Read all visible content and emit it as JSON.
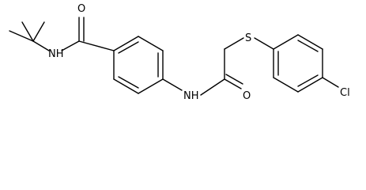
{
  "diagram": {
    "type": "chemical-structure",
    "atoms": [
      {
        "id": "o_amide1",
        "label": "O"
      },
      {
        "id": "n_amide1",
        "label": "NH"
      },
      {
        "id": "n_amide2",
        "label": "NH"
      },
      {
        "id": "o_amide2",
        "label": "O"
      },
      {
        "id": "s_thioether",
        "label": "S"
      },
      {
        "id": "cl",
        "label": "Cl"
      }
    ]
  }
}
